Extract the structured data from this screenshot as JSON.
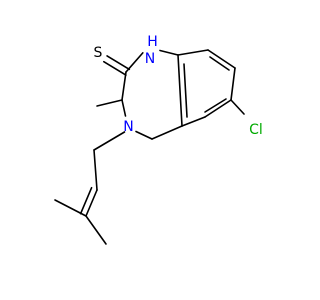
{
  "molecule": {
    "atoms": {
      "sulfur": {
        "label": "S",
        "color": "#000000"
      },
      "nh": {
        "label": "H",
        "color": "#0000ff"
      },
      "n1": {
        "label": "N",
        "color": "#0000ff"
      },
      "n4": {
        "label": "N",
        "color": "#0000ff"
      },
      "chlorine": {
        "label": "Cl",
        "color": "#00aa00"
      }
    },
    "bond_color": "#000000",
    "background": "#ffffff"
  }
}
